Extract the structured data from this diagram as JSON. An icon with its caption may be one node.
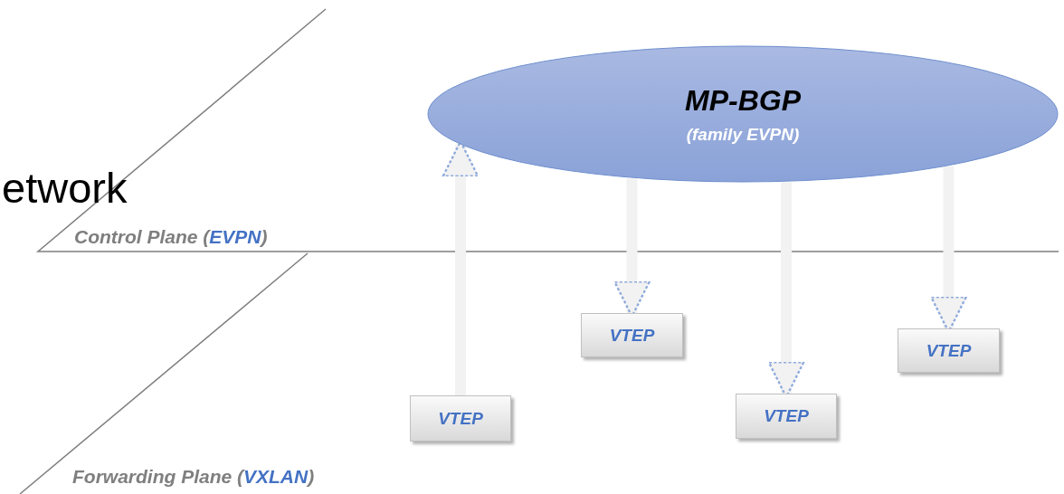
{
  "diagram": {
    "nodes": [
      {
        "text": [
          "MP-BGP",
          "(family EVPN)"
        ]
      },
      {
        "text": [
          "VTEP"
        ]
      },
      {
        "text": [
          "VTEP"
        ]
      },
      {
        "text": [
          "VTEP"
        ]
      },
      {
        "text": [
          "VTEP"
        ]
      }
    ],
    "edges": [
      {
        "from": 1,
        "to": 0,
        "arrow": "to"
      },
      {
        "from": 0,
        "to": 2,
        "arrow": "to"
      },
      {
        "from": 0,
        "to": 3,
        "arrow": "to"
      },
      {
        "from": 0,
        "to": 4,
        "arrow": "to"
      }
    ],
    "labels": [
      "etwork",
      "Control Plane (**EVPN**)",
      "Forwarding Plane (**VXLAN**)"
    ]
  }
}
